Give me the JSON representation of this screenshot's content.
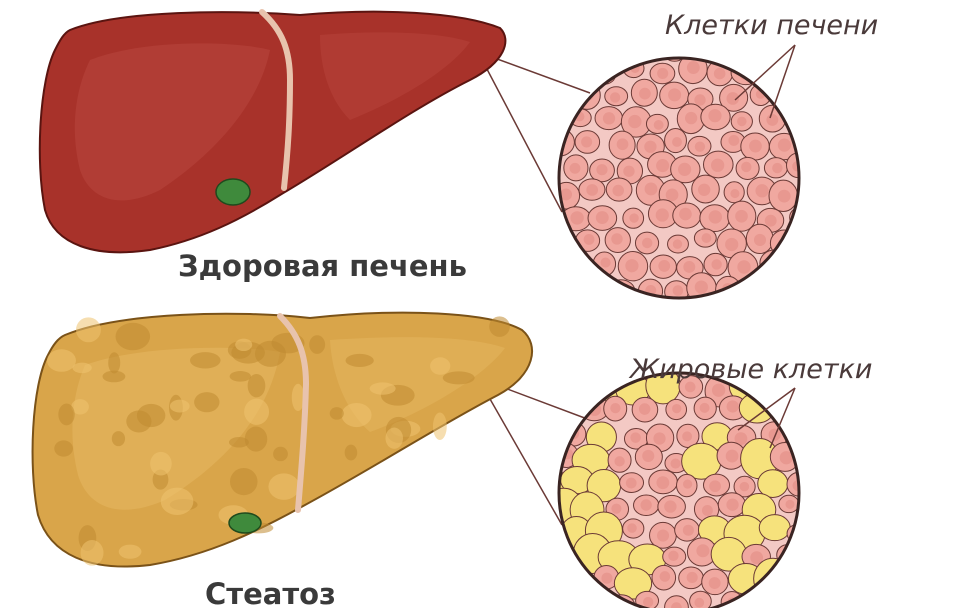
{
  "panels": [
    {
      "caption": "Здоровая печень",
      "callout": "Клетки печени",
      "liver_colors": {
        "fill": "#a8322a",
        "shade": "#8e2620",
        "light": "#c2524a",
        "outline": "#5a1410"
      },
      "cell_colors": {
        "background": "#f3c9c4",
        "cell": "#f0a8a0",
        "nucleus": "#e89890",
        "border": "#6b3a36"
      },
      "fat_cells": false
    },
    {
      "caption": "Стеатоз",
      "callout": "Жировые клетки",
      "liver_colors": {
        "fill": "#d9a54a",
        "shade": "#c08a32",
        "light": "#eec270",
        "outline": "#7a5218"
      },
      "cell_colors": {
        "background": "#f3c9c4",
        "cell": "#f0a8a0",
        "nucleus": "#e89890",
        "fat": "#f6e27c",
        "border": "#6b3a36"
      },
      "fat_cells": true
    }
  ],
  "gallbladder_color": "#3f8a3c",
  "ligament_color": "#e8c3ad"
}
